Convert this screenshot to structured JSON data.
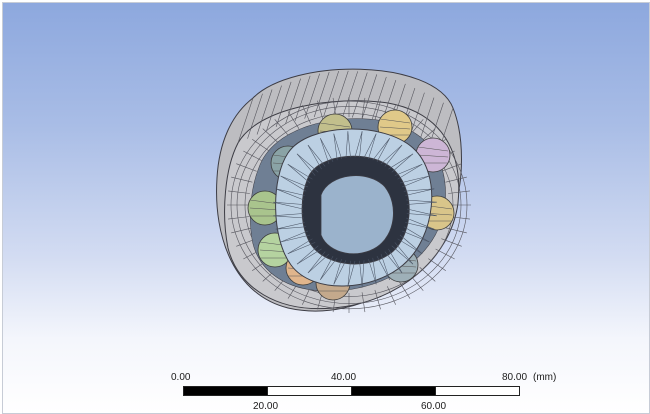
{
  "model": {
    "description_icon": "bearing-mesh-model",
    "colors": {
      "outer_ring": "#b7b7bb",
      "inner_ring": "#bfd1e4",
      "mesh_lines": "#4a4a52",
      "balls": [
        "#b5d3a0",
        "#a9c48d",
        "#8aa3a6",
        "#c2bf8c",
        "#e0c989",
        "#cdb6d6",
        "#d9c58a",
        "#9eb0b8",
        "#c4a98c",
        "#e0b58c"
      ]
    }
  },
  "scale_bar": {
    "labels_top": [
      "0.00",
      "40.00",
      "80.00"
    ],
    "labels_bottom": [
      "20.00",
      "60.00"
    ],
    "unit": "(mm)"
  }
}
